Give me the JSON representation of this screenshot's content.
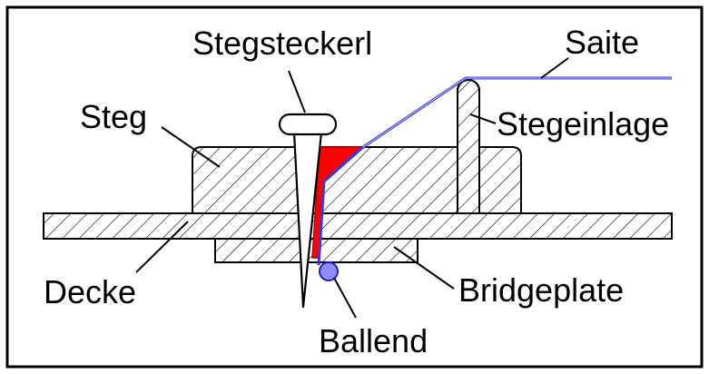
{
  "diagram": {
    "labels": {
      "stegsteckerl": "Stegsteckerl",
      "saite": "Saite",
      "steg": "Steg",
      "stegeinlage": "Stegeinlage",
      "decke": "Decke",
      "bridgeplate": "Bridgeplate",
      "ballend": "Ballend"
    },
    "colors": {
      "outline": "#000000",
      "hatch": "#000000",
      "string": "#3a3ad6",
      "string_fill": "#c8c8ff",
      "wedge": "#ff0000",
      "wedge_dark": "#b00000",
      "ballend_fill": "#8c8cff",
      "ballend_stroke": "#2020c0",
      "background": "#ffffff"
    }
  }
}
